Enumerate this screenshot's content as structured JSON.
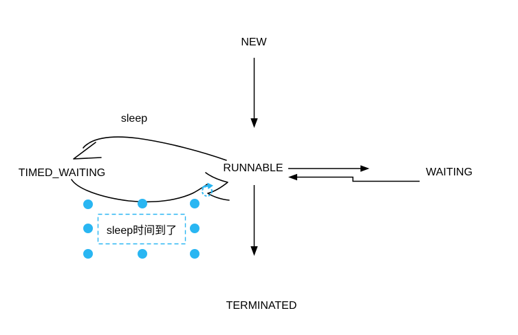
{
  "diagram": {
    "states": {
      "new": "NEW",
      "runnable": "RUNNABLE",
      "waiting": "WAITING",
      "timed_waiting": "TIMED_WAITING",
      "terminated": "TERMINATED"
    },
    "edge_labels": {
      "sleep": "sleep"
    },
    "note": {
      "text": "sleep时间到了"
    },
    "colors": {
      "selection": "#29b6f2",
      "ink": "#000000",
      "background": "#ffffff"
    },
    "icons": {
      "rotate_handle": "rotate-icon"
    }
  }
}
